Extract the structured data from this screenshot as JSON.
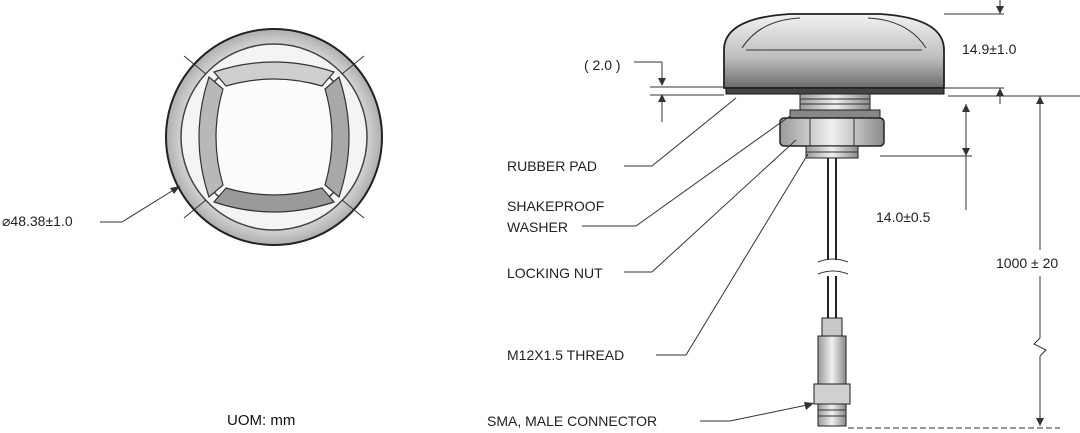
{
  "drawing": {
    "diameter_label": "⌀48.38±1.0",
    "uom_label": "UOM: mm",
    "dimensions": {
      "top_height": "14.9±1.0",
      "pad_thickness": "( 2.0 )",
      "thread_length": "14.0±0.5",
      "cable_length": "1000 ± 20"
    },
    "callouts": {
      "rubber_pad": "RUBBER PAD",
      "shakeproof_line1": "SHAKEPROOF",
      "shakeproof_line2": "WASHER",
      "locking_nut": "LOCKING NUT",
      "thread": "M12X1.5 THREAD",
      "connector": "SMA, MALE CONNECTOR"
    }
  }
}
